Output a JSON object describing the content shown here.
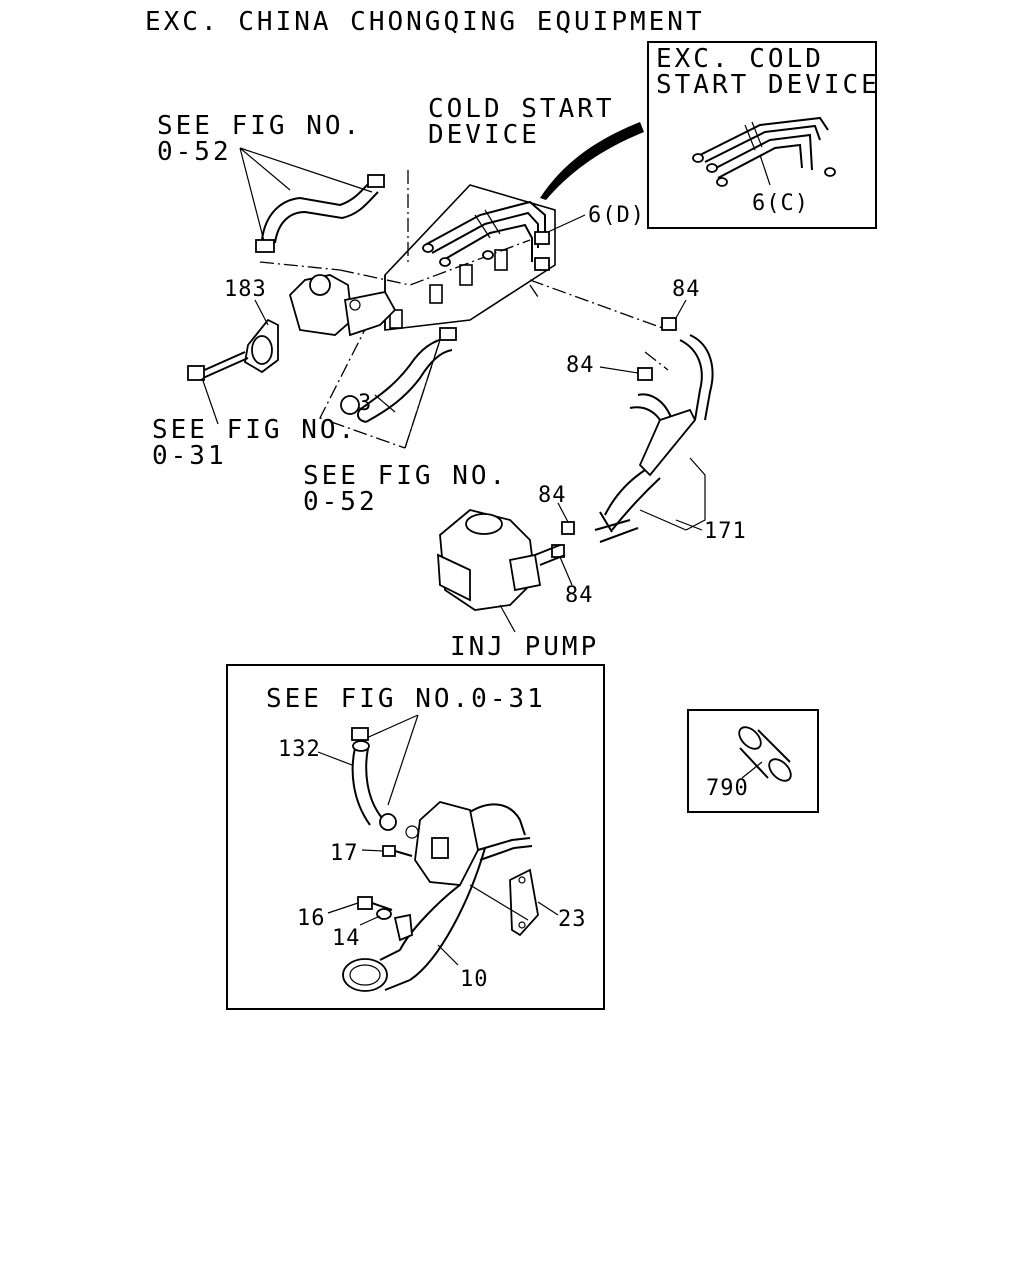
{
  "header": {
    "title": "EXC. CHINA CHONGQING EQUIPMENT"
  },
  "inset_top": {
    "title_line1": "EXC. COLD",
    "title_line2": "START DEVICE",
    "part": "6(C)"
  },
  "labels": {
    "see_fig_052_a_line1": "SEE FIG NO.",
    "see_fig_052_a_line2": "0-52",
    "cold_start_line1": "COLD START",
    "cold_start_line2": "DEVICE",
    "part_6d": "6(D)",
    "part_183": "183",
    "part_3": "3",
    "part_84_a": "84",
    "part_84_b": "84",
    "part_84_c": "84",
    "part_84_d": "84",
    "part_171": "171",
    "see_fig_031_line1": "SEE FIG NO.",
    "see_fig_031_line2": "0-31",
    "see_fig_052_b_line1": "SEE FIG NO.",
    "see_fig_052_b_line2": "0-52",
    "inj_pump": "INJ PUMP"
  },
  "inset_bottom": {
    "see_fig": "SEE FIG NO.0-31",
    "part_132": "132",
    "part_17": "17",
    "part_16": "16",
    "part_14": "14",
    "part_10": "10",
    "part_23": "23"
  },
  "inset_small": {
    "part": "790"
  }
}
